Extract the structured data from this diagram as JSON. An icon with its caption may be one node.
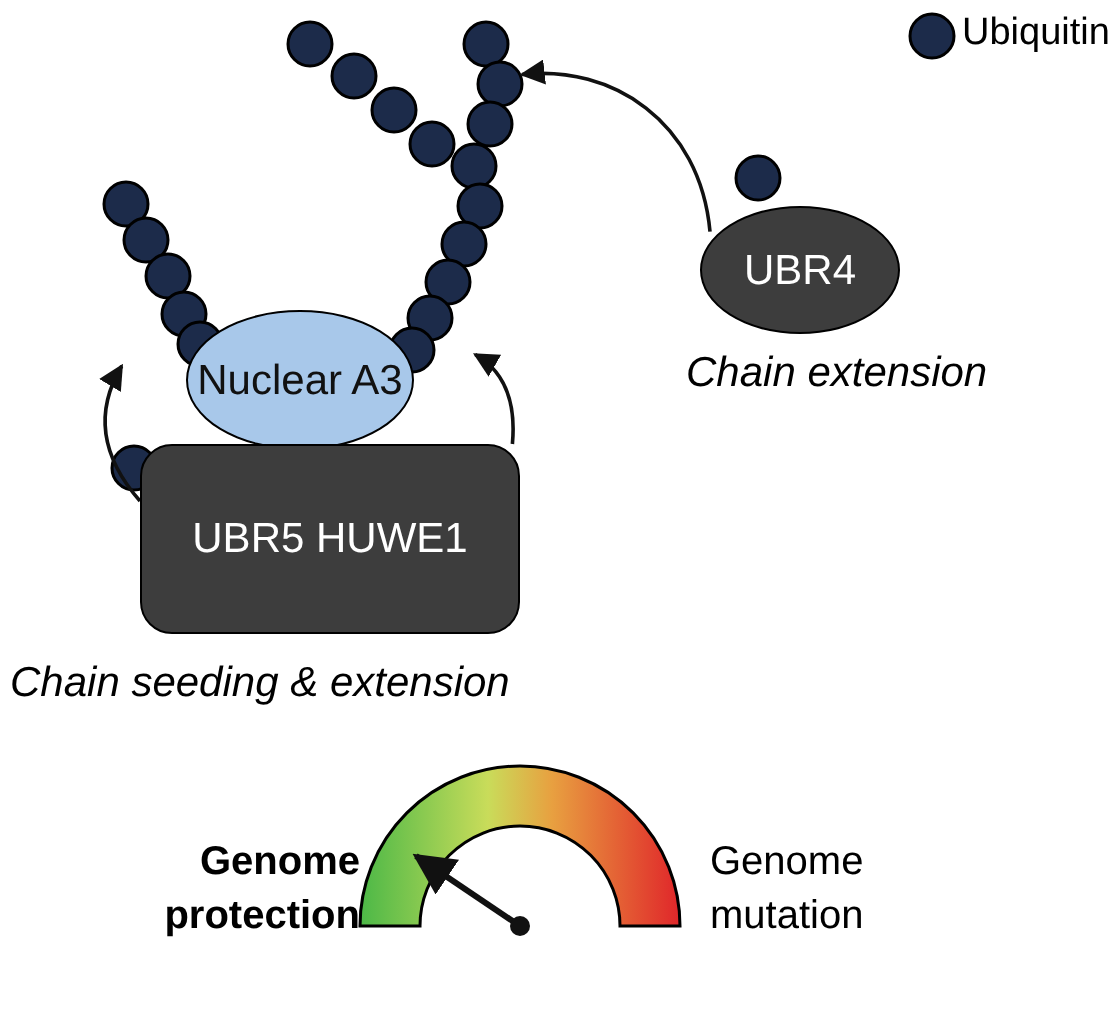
{
  "diagram": {
    "nodes": [
      {
        "text": [],
        "shape": "chain"
      },
      {
        "text": [],
        "shape": "chain"
      },
      {
        "text": [
          "UBR4"
        ],
        "beside": [
          "Chain extension"
        ]
      },
      {
        "text": [
          "Nuclear A3"
        ]
      },
      {
        "text": [
          "UBR5 HUWE1"
        ],
        "beside": [
          "Chain seeding & extension"
        ]
      }
    ],
    "edges": [
      {
        "from": 4,
        "to": 0,
        "arrow": "to"
      },
      {
        "from": 4,
        "to": 1,
        "arrow": "to"
      },
      {
        "from": 2,
        "to": 1,
        "arrow": "to"
      }
    ],
    "labels": [
      "Genome protection",
      "Genome mutation"
    ],
    "legend": [
      {
        "text": "Ubiquitin",
        "color": "#1c2b4a"
      }
    ]
  }
}
